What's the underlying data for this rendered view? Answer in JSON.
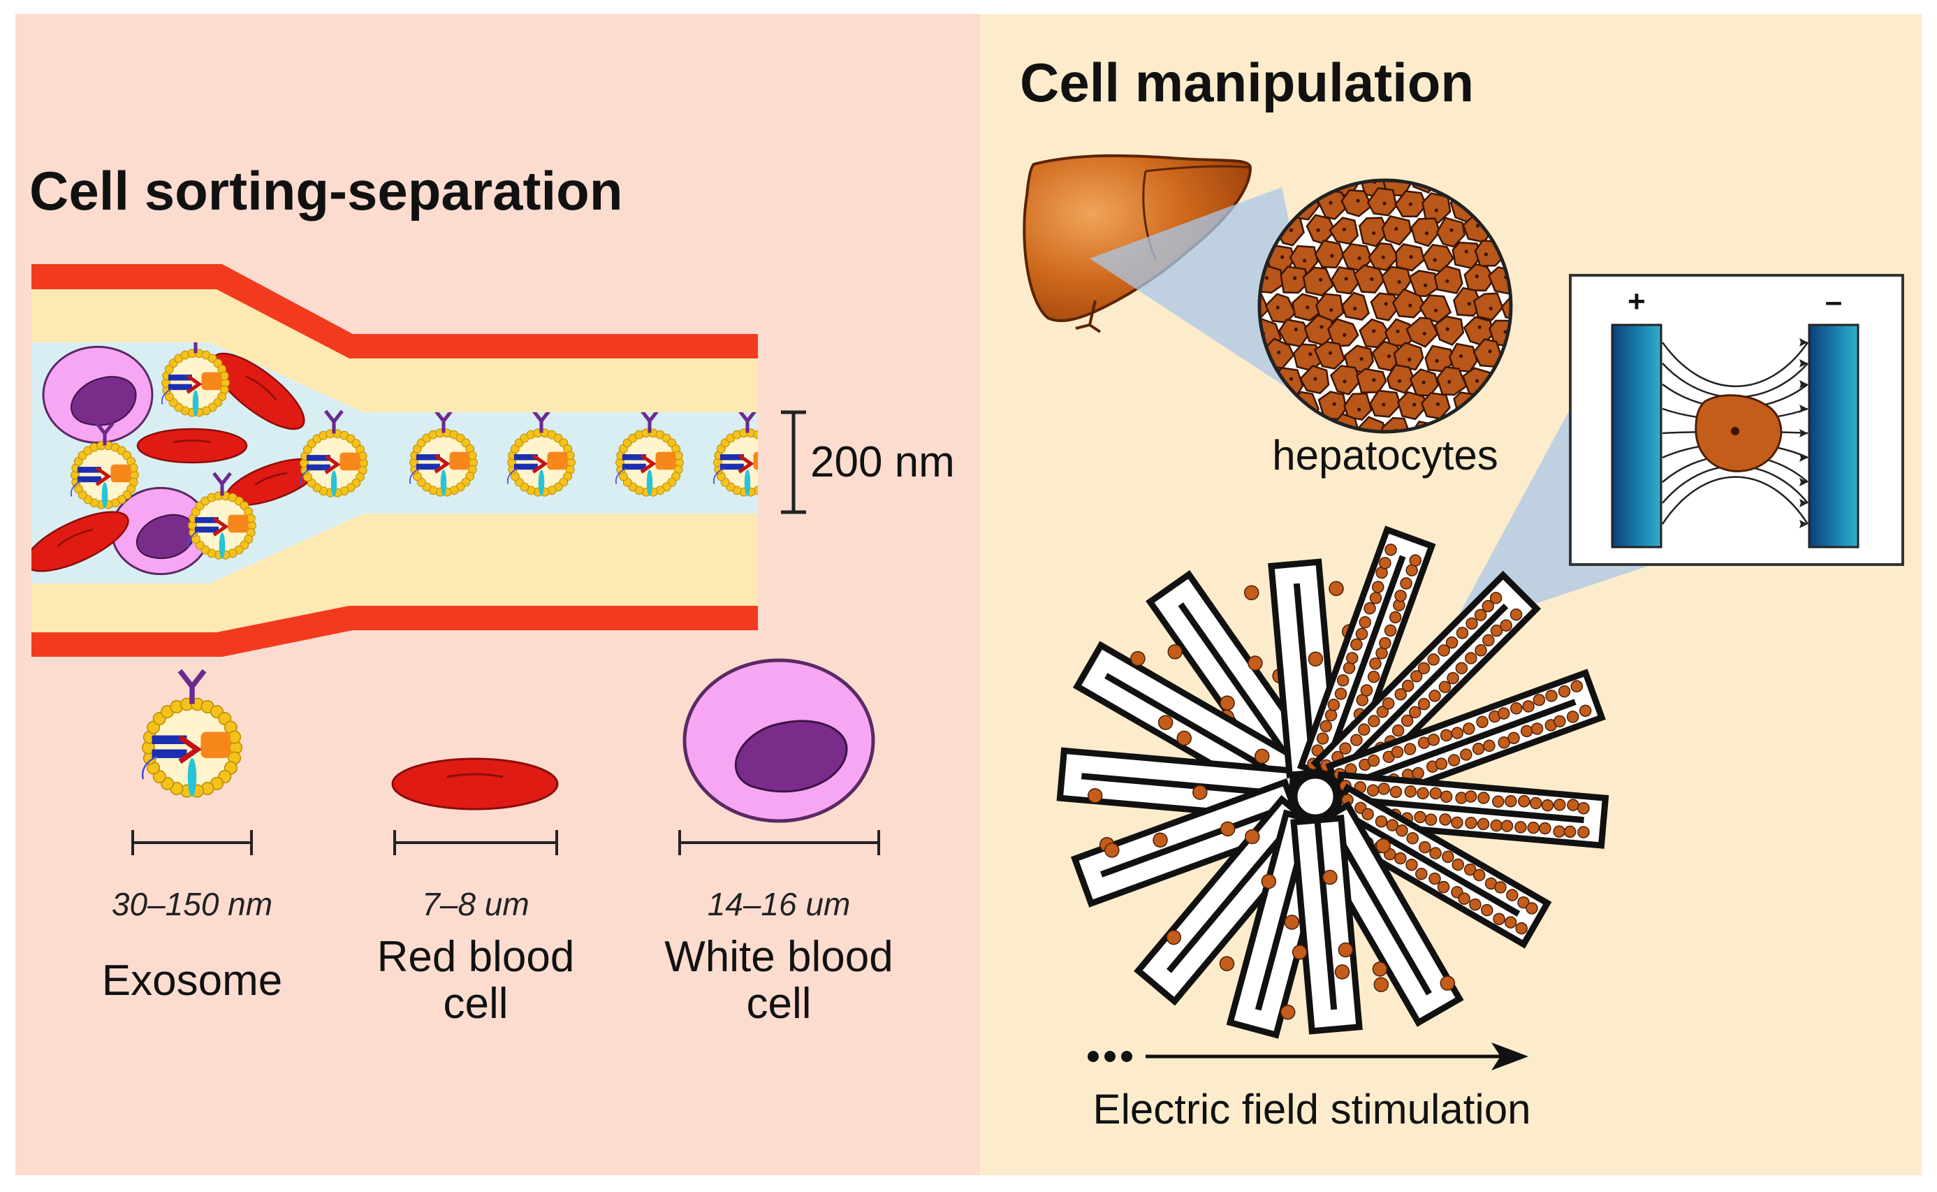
{
  "left_panel": {
    "title": "Cell sorting-separation",
    "scale_label": "200 nm",
    "legend": [
      {
        "size": "30–150 nm",
        "name_lines": [
          "Exosome"
        ]
      },
      {
        "size": "7–8 um",
        "name_lines": [
          "Red blood",
          "cell"
        ]
      },
      {
        "size": "14–16 um",
        "name_lines": [
          "White blood",
          "cell"
        ]
      }
    ]
  },
  "right_panel": {
    "title": "Cell manipulation",
    "hepatocytes_label": "hepatocytes",
    "electrode_plus": "+",
    "electrode_minus": "–",
    "stimulation_label": "Electric field stimulation"
  },
  "colors": {
    "left_background": "#fddcd0",
    "right_background": "#fdeccc",
    "vessel_wall": "#f23a1e",
    "vessel_fat": "#fde9b1",
    "lumen": "#d9eef3",
    "rbc": "#e01b14",
    "wbc": "#f6a6f2",
    "wbc_nucleus": "#7a2c8a",
    "liver": "#c75a13",
    "hepatocyte": "#b9561a",
    "electrode": "#1a6e99"
  },
  "icons": [
    "exosome-icon",
    "red-blood-cell-icon",
    "white-blood-cell-icon",
    "liver-icon",
    "hepatocyte-icon",
    "electrode-icon",
    "arrow-right-icon"
  ]
}
